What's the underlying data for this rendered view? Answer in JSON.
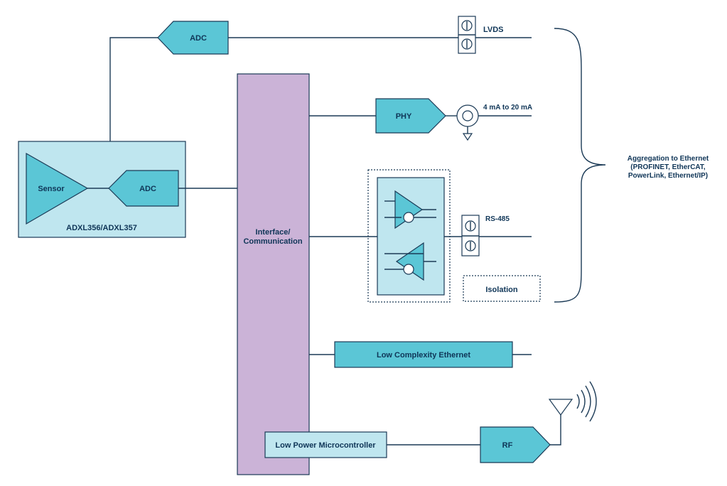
{
  "colors": {
    "teal": "#5bc6d6",
    "light_blue": "#bfe6ef",
    "purple": "#cbb3d7",
    "line": "#1b3a56",
    "text": "#0f3557"
  },
  "icons": {
    "sensor": "triangle",
    "adc": "pentagon-arrow",
    "driver": "triangle-buffer",
    "connector": "screw-terminal",
    "current_loop": "circle-terminal",
    "ground": "ground-triangle",
    "antenna": "antenna-with-waves"
  },
  "labels": {
    "sensor": "Sensor",
    "adc_inner": "ADC",
    "adxl": "ADXL356/ADXL357",
    "adc_top": "ADC",
    "lvds": "LVDS",
    "interface_line1": "Interface/",
    "interface_line2": "Communication",
    "phy": "PHY",
    "current_loop": "4 mA to 20 mA",
    "rs485": "RS-485",
    "isolation": "Isolation",
    "low_complexity_ethernet": "Low Complexity Ethernet",
    "low_power_mcu": "Low Power Microcontroller",
    "rf": "RF",
    "aggregation_line1": "Aggregation to Ethernet",
    "aggregation_line2": "(PROFINET, EtherCAT,",
    "aggregation_line3": "PowerLink, Ethernet/IP)"
  }
}
